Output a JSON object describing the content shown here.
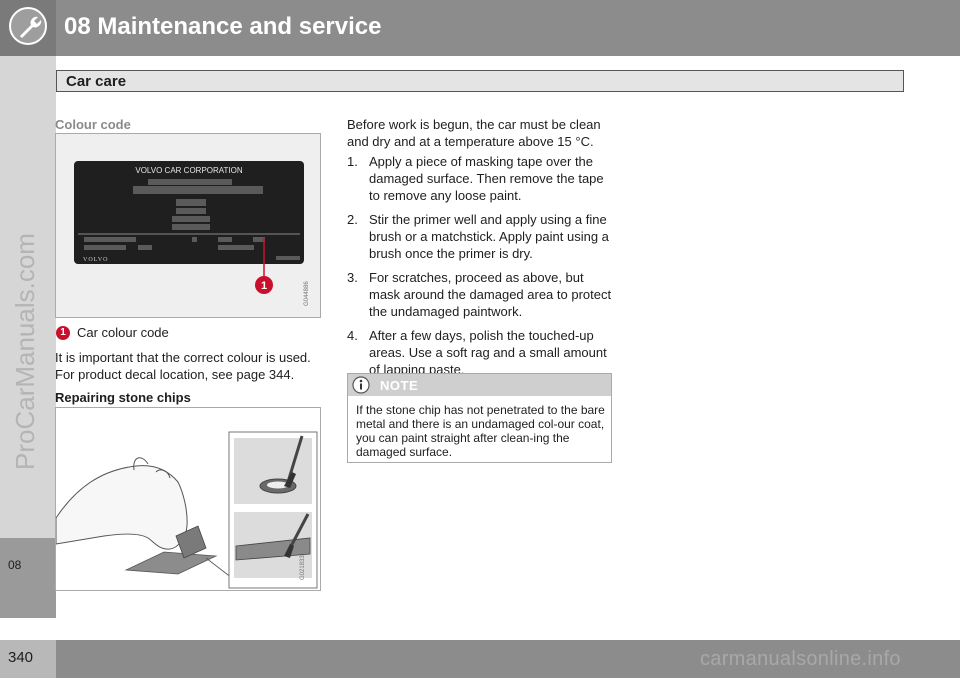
{
  "header": {
    "chapter_title": "08 Maintenance and service"
  },
  "section": {
    "title": "Car care"
  },
  "side_tab": {
    "label": "08"
  },
  "watermark": {
    "text": "ProCarManuals.com"
  },
  "colour_code": {
    "heading": "Colour code",
    "decal": {
      "corporation": "VOLVO CAR CORPORATION",
      "brand": "VOLVO",
      "figure_id": "G044886"
    },
    "callout_number": "1",
    "callout_caption": "Car colour code",
    "paragraph": "It is important that the correct colour is used. For product decal location, see page 344."
  },
  "stone_chips": {
    "heading": "Repairing stone chips",
    "figure_id": "G021833"
  },
  "right_column": {
    "intro": "Before work is begun, the car must be clean and dry and at a temperature above 15 °C.",
    "steps": [
      {
        "num": "1.",
        "text": "Apply a piece of masking tape over the damaged surface. Then remove the tape to remove any loose paint."
      },
      {
        "num": "2.",
        "text": "Stir the primer well and apply using a fine brush or a matchstick. Apply paint using a brush once the primer is dry."
      },
      {
        "num": "3.",
        "text": "For scratches, proceed as above, but mask around the damaged area to protect the undamaged paintwork."
      },
      {
        "num": "4.",
        "text": "After a few days, polish the touched-up areas. Use a soft rag and a small amount of lapping paste."
      }
    ]
  },
  "note": {
    "label": "NOTE",
    "text": "If the stone chip has not penetrated to the bare metal and there is an undamaged col-our coat, you can paint straight after clean-ing the damaged surface."
  },
  "footer": {
    "page_number": "340",
    "url": "carmanualsonline.info"
  }
}
